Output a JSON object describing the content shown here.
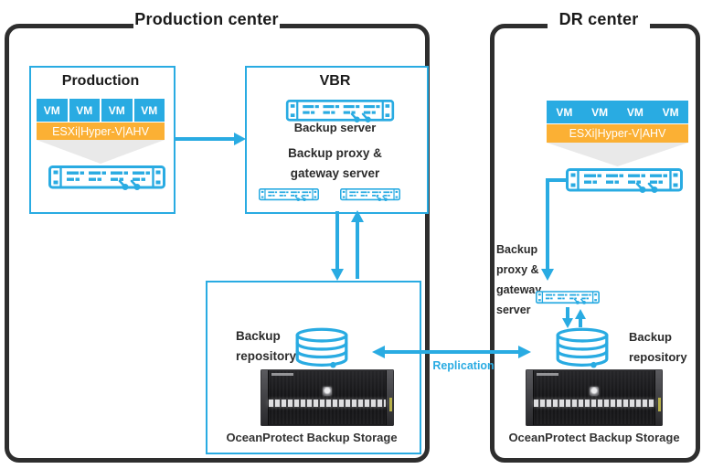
{
  "colors": {
    "accent_blue": "#29abe2",
    "hypervisor_orange": "#fbb034",
    "zone_border_dark": "#2e2e2e",
    "triangle_gray": "#e9e9e9"
  },
  "production_center": {
    "title": "Production center",
    "production_box": {
      "title": "Production",
      "vms": [
        "VM",
        "VM",
        "VM",
        "VM"
      ],
      "hypervisor": "ESXi|Hyper-V|AHV"
    },
    "vbr_box": {
      "title": "VBR",
      "backup_server_label": "Backup server",
      "proxy_label_line1": "Backup proxy &",
      "proxy_label_line2": "gateway server"
    },
    "repository_box": {
      "repository_label_line1": "Backup",
      "repository_label_line2": "repository",
      "storage_caption": "OceanProtect Backup Storage"
    }
  },
  "dr_center": {
    "title": "DR center",
    "vms": [
      "VM",
      "VM",
      "VM",
      "VM"
    ],
    "hypervisor": "ESXi|Hyper-V|AHV",
    "proxy_label_line1": "Backup",
    "proxy_label_line2": "proxy &",
    "proxy_label_line3": "gateway",
    "proxy_label_line4": "server",
    "repository_label_line1": "Backup",
    "repository_label_line2": "repository",
    "storage_caption": "OceanProtect Backup Storage"
  },
  "connections": {
    "replication_label": "Replication"
  }
}
